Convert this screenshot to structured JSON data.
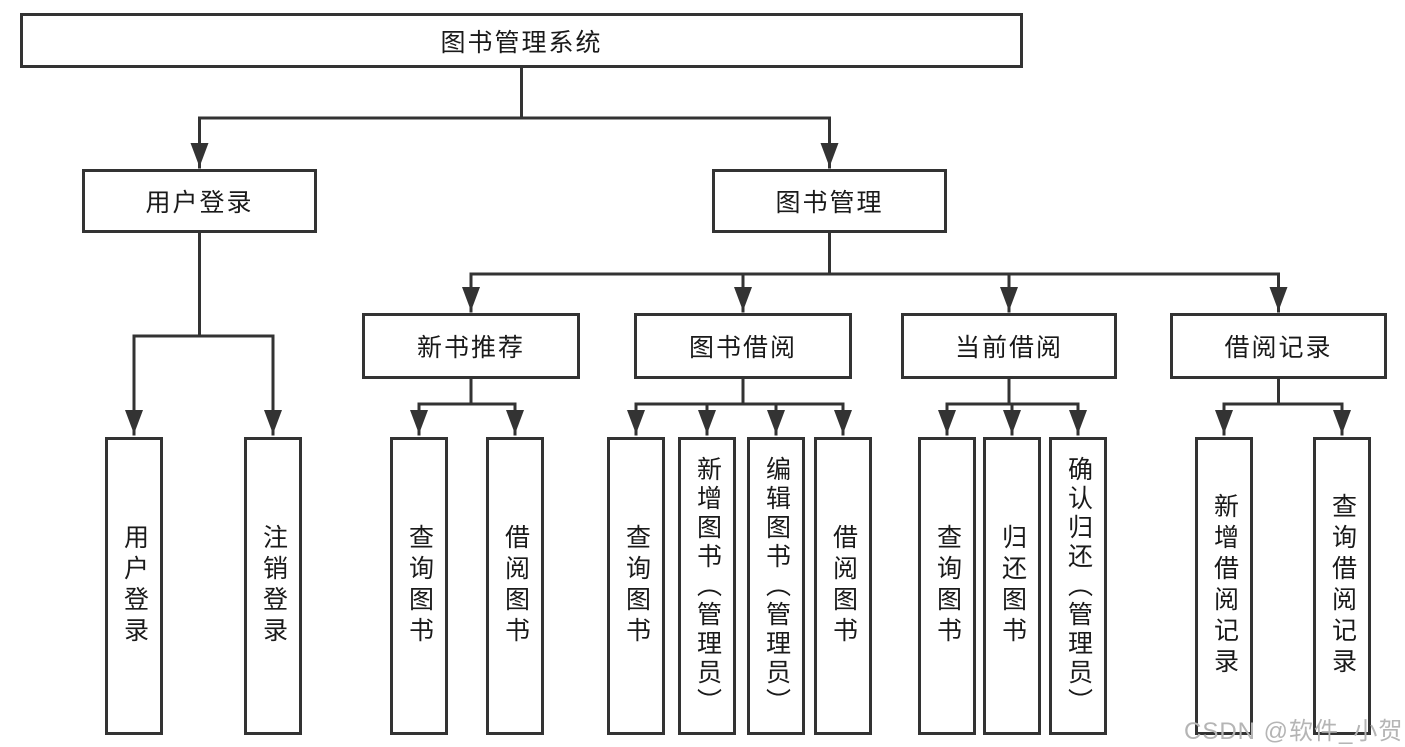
{
  "diagram": {
    "title": "图书管理系统",
    "watermark": "CSDN @软件_小贺同学",
    "colors": {
      "line": "#333333",
      "box_border": "#333333",
      "text": "#1a1a1a",
      "watermark": "#b5b5b5",
      "background": "#ffffff"
    },
    "nodes": {
      "root": "图书管理系统",
      "user_login": "用户登录",
      "book_mgmt": "图书管理",
      "new_books": "新书推荐",
      "book_borrow": "图书借阅",
      "current_borrow": "当前借阅",
      "borrow_records": "借阅记录"
    },
    "leaves": {
      "user_login": [
        "用户登录",
        "注销登录"
      ],
      "new_books": [
        "查询图书",
        "借阅图书"
      ],
      "book_borrow": [
        "查询图书",
        "新增图书（管理员）",
        "编辑图书（管理员）",
        "借阅图书"
      ],
      "current_borrow": [
        "查询图书",
        "归还图书",
        "确认归还（管理员）"
      ],
      "borrow_records": [
        "新增借阅记录",
        "查询借阅记录"
      ]
    }
  }
}
